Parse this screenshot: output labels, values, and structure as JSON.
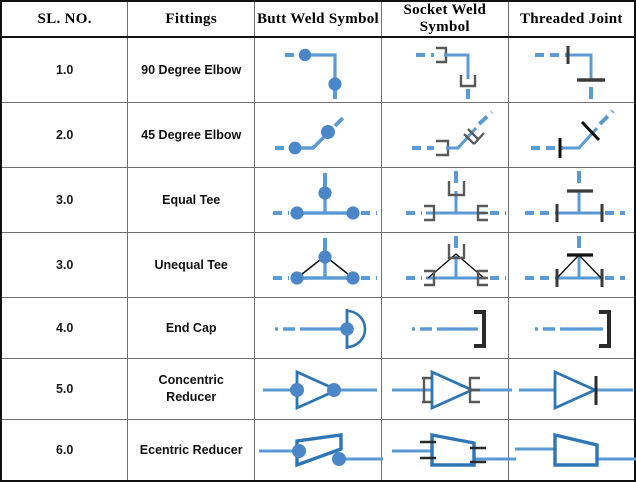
{
  "table": {
    "columns": [
      "SL. NO.",
      "Fittings",
      "Butt Weld Symbol",
      "Socket Weld Symbol",
      "Threaded Joint"
    ],
    "rows": [
      {
        "no": "1.0",
        "fitting": "90 Degree Elbow",
        "fitting_line2": "",
        "butt_weld": "90-degree-elbow-butt-weld-symbol",
        "socket_weld": "90-degree-elbow-socket-weld-symbol",
        "threaded": "90-degree-elbow-threaded-joint-symbol"
      },
      {
        "no": "2.0",
        "fitting": "45 Degree Elbow",
        "fitting_line2": "",
        "butt_weld": "45-degree-elbow-butt-weld-symbol",
        "socket_weld": "45-degree-elbow-socket-weld-symbol",
        "threaded": "45-degree-elbow-threaded-joint-symbol"
      },
      {
        "no": "3.0",
        "fitting": "Equal Tee",
        "fitting_line2": "",
        "butt_weld": "equal-tee-butt-weld-symbol",
        "socket_weld": "equal-tee-socket-weld-symbol",
        "threaded": "equal-tee-threaded-joint-symbol"
      },
      {
        "no": "3.0",
        "fitting": "Unequal Tee",
        "fitting_line2": "",
        "butt_weld": "unequal-tee-butt-weld-symbol",
        "socket_weld": "unequal-tee-socket-weld-symbol",
        "threaded": "unequal-tee-threaded-joint-symbol"
      },
      {
        "no": "4.0",
        "fitting": "End Cap",
        "fitting_line2": "",
        "butt_weld": "end-cap-butt-weld-symbol",
        "socket_weld": "end-cap-socket-weld-symbol",
        "threaded": "end-cap-threaded-joint-symbol"
      },
      {
        "no": "5.0",
        "fitting": "Concentric",
        "fitting_line2": "Reducer",
        "butt_weld": "concentric-reducer-butt-weld-symbol",
        "socket_weld": "concentric-reducer-socket-weld-symbol",
        "threaded": "concentric-reducer-threaded-joint-symbol"
      },
      {
        "no": "6.0",
        "fitting": "Ecentric Reducer",
        "fitting_line2": "",
        "butt_weld": "eccentric-reducer-butt-weld-symbol",
        "socket_weld": "eccentric-reducer-socket-weld-symbol",
        "threaded": "eccentric-reducer-threaded-joint-symbol"
      }
    ]
  },
  "colors": {
    "pipe_blue": "#5B9BD5",
    "pipe_blue_dark": "#2E75B6",
    "joint_dot": "#4A86C8",
    "socket_gray": "#595959",
    "thread_dark": "#3A3A3A",
    "border": "#6F6F6F",
    "border_outer": "#111111",
    "text": "#111111",
    "background": "#FFFFFF"
  }
}
